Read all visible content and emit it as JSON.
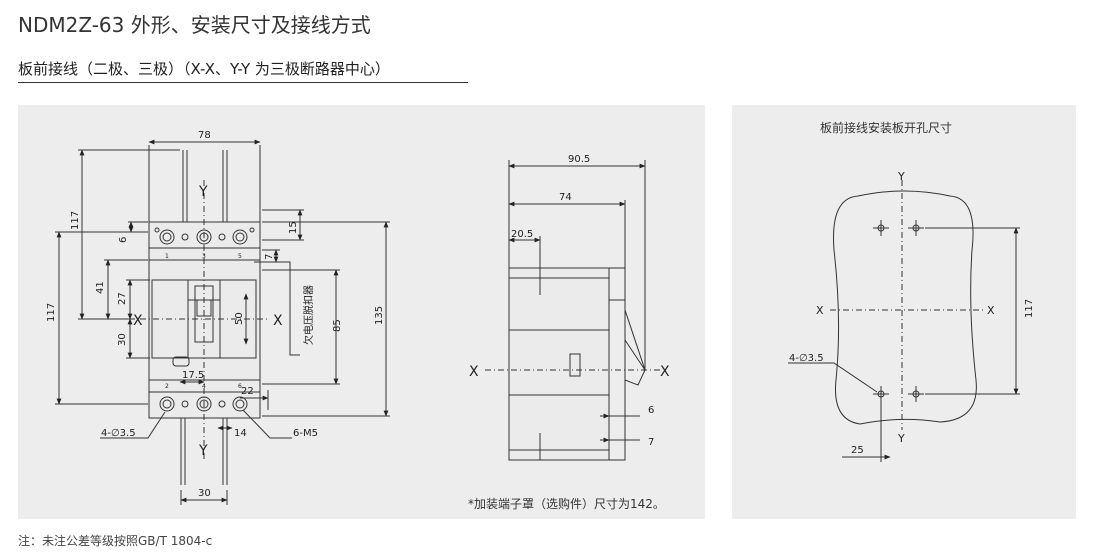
{
  "header": {
    "title": "NDM2Z-63 外形、安装尺寸及接线方式",
    "subtitle": "板前接线（二极、三极）（X-X、Y-Y 为三极断路器中心）"
  },
  "front_view": {
    "dim_78": "78",
    "dim_117_top": "117",
    "dim_6": "6",
    "dim_15": "15",
    "dim_7": "7",
    "dim_41": "41",
    "dim_27": "27",
    "dim_117_left": "117",
    "dim_30_v": "30",
    "dim_50": "50",
    "dim_85": "85",
    "dim_135": "135",
    "dim_17_5": "17.5",
    "dim_22": "22",
    "dim_14": "14",
    "dim_30_h": "30",
    "label_hole": "4-∅3.5",
    "label_screw": "6-M5",
    "label_release": "欠电压脱扣器",
    "axis_x": "X",
    "axis_y": "Y",
    "terminal_top": [
      "1",
      "3",
      "5"
    ],
    "terminal_bottom": [
      "2",
      "4",
      "6"
    ]
  },
  "side_view": {
    "dim_90_5": "90.5",
    "dim_74": "74",
    "dim_20_5": "20.5",
    "dim_6": "6",
    "dim_7": "7",
    "axis_x": "X",
    "note": "*加装端子罩（选购件）尺寸为142。"
  },
  "panel_cutout": {
    "title": "板前接线安装板开孔尺寸",
    "label_hole": "4-∅3.5",
    "dim_117": "117",
    "dim_25": "25",
    "axis_x": "X",
    "axis_y": "Y"
  },
  "footnote": "注：未注公差等级按照GB/T 1804-c"
}
